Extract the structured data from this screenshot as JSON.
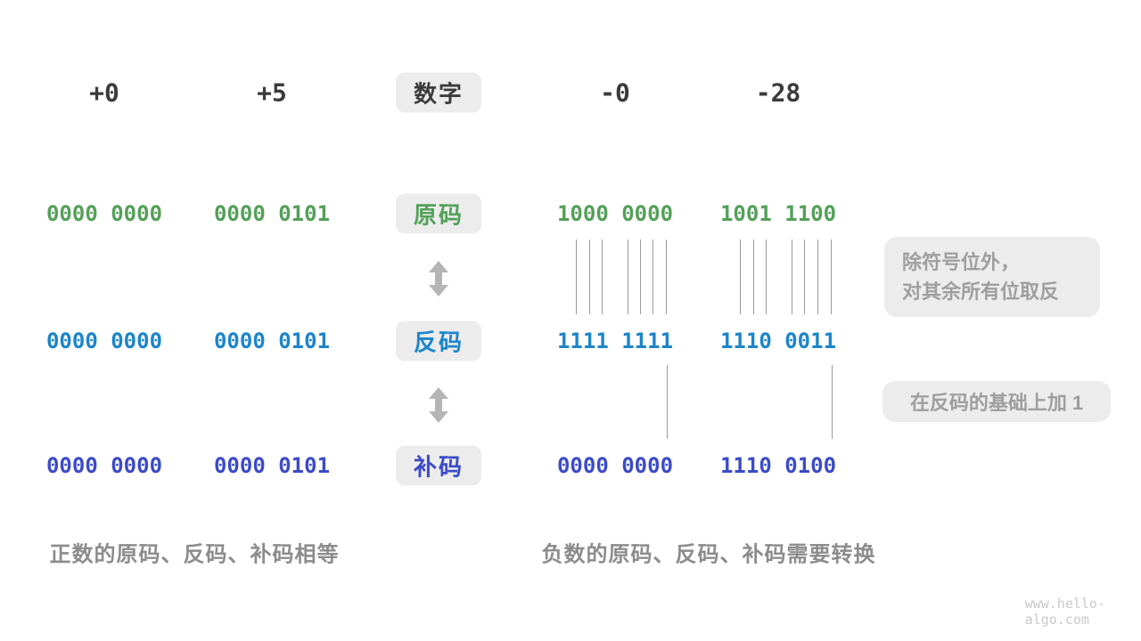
{
  "header": {
    "values": [
      "+0",
      "+5",
      "-0",
      "-28"
    ],
    "label": "数字"
  },
  "rows": [
    {
      "id": "sign-magnitude",
      "label": "原码",
      "color": "#53a058",
      "values": [
        "0000 0000",
        "0000 0101",
        "1000 0000",
        "1001 1100"
      ]
    },
    {
      "id": "ones-complement",
      "label": "反码",
      "color": "#1c85ca",
      "values": [
        "0000 0000",
        "0000 0101",
        "1111 1111",
        "1110 0011"
      ]
    },
    {
      "id": "twos-complement",
      "label": "补码",
      "color": "#3c4bc8",
      "values": [
        "0000 0000",
        "0000 0101",
        "0000 0000",
        "1110 0100"
      ]
    }
  ],
  "annotations": {
    "invert_note_line1": "除符号位外，",
    "invert_note_line2": "对其余所有位取反",
    "add_one_note": "在反码的基础上加  1"
  },
  "captions": {
    "positive": "正数的原码、反码、补码相等",
    "negative": "负数的原码、反码、补码需要转换"
  },
  "watermark": "www.hello-algo.com",
  "colors": {
    "green": "#53a058",
    "blue": "#1c85ca",
    "indigo": "#3c4bc8",
    "box_background": "#ececec",
    "note_text": "#9e9e9e",
    "caption_text": "#8c8c8c",
    "arrow": "#b5b5b5"
  }
}
